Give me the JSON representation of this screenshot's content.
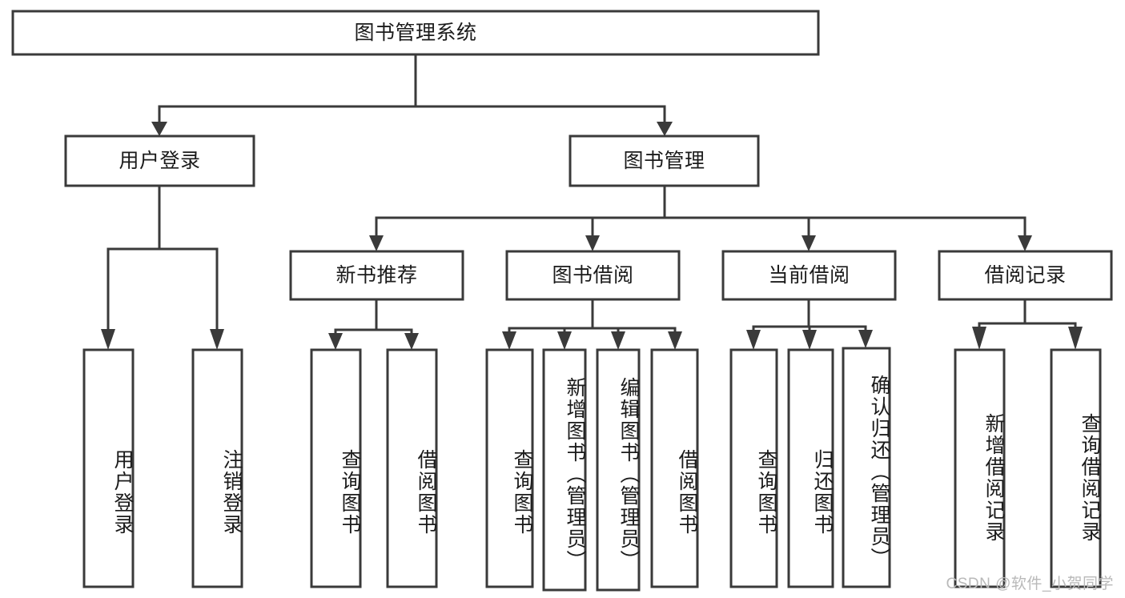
{
  "diagram": {
    "type": "tree",
    "title": "图书管理系统",
    "watermark": "CSDN @软件_小贺同学",
    "levels": {
      "root": {
        "label": "图书管理系统"
      },
      "level2": [
        {
          "id": "user-login",
          "label": "用户登录"
        },
        {
          "id": "book-management",
          "label": "图书管理"
        }
      ],
      "level3": [
        {
          "id": "new-book-recommend",
          "label": "新书推荐",
          "parent": "book-management"
        },
        {
          "id": "book-borrow",
          "label": "图书借阅",
          "parent": "book-management"
        },
        {
          "id": "current-borrow",
          "label": "当前借阅",
          "parent": "book-management"
        },
        {
          "id": "borrow-record",
          "label": "借阅记录",
          "parent": "book-management"
        }
      ],
      "leaves": [
        {
          "id": "leaf-user-login",
          "label": "用户登录",
          "parent": "user-login"
        },
        {
          "id": "leaf-logout-login",
          "label": "注销登录",
          "parent": "user-login"
        },
        {
          "id": "leaf-query-book-1",
          "label": "查询图书",
          "parent": "new-book-recommend"
        },
        {
          "id": "leaf-borrow-book-1",
          "label": "借阅图书",
          "parent": "new-book-recommend"
        },
        {
          "id": "leaf-query-book-2",
          "label": "查询图书",
          "parent": "book-borrow"
        },
        {
          "id": "leaf-add-book-admin",
          "label": "新增图书（管理员）",
          "parent": "book-borrow"
        },
        {
          "id": "leaf-edit-book-admin",
          "label": "编辑图书（管理员）",
          "parent": "book-borrow"
        },
        {
          "id": "leaf-borrow-book-2",
          "label": "借阅图书",
          "parent": "book-borrow"
        },
        {
          "id": "leaf-query-book-3",
          "label": "查询图书",
          "parent": "current-borrow"
        },
        {
          "id": "leaf-return-book",
          "label": "归还图书",
          "parent": "current-borrow"
        },
        {
          "id": "leaf-confirm-return-admin",
          "label": "确认归还（管理员）",
          "parent": "current-borrow"
        },
        {
          "id": "leaf-add-borrow-record",
          "label": "新增借阅记录",
          "parent": "borrow-record"
        },
        {
          "id": "leaf-query-borrow-record",
          "label": "查询借阅记录",
          "parent": "borrow-record"
        }
      ]
    },
    "colors": {
      "stroke": "#3a3a3a",
      "fill": "#ffffff",
      "text": "#1b1b1b",
      "watermark": "#b9b9b9"
    }
  }
}
